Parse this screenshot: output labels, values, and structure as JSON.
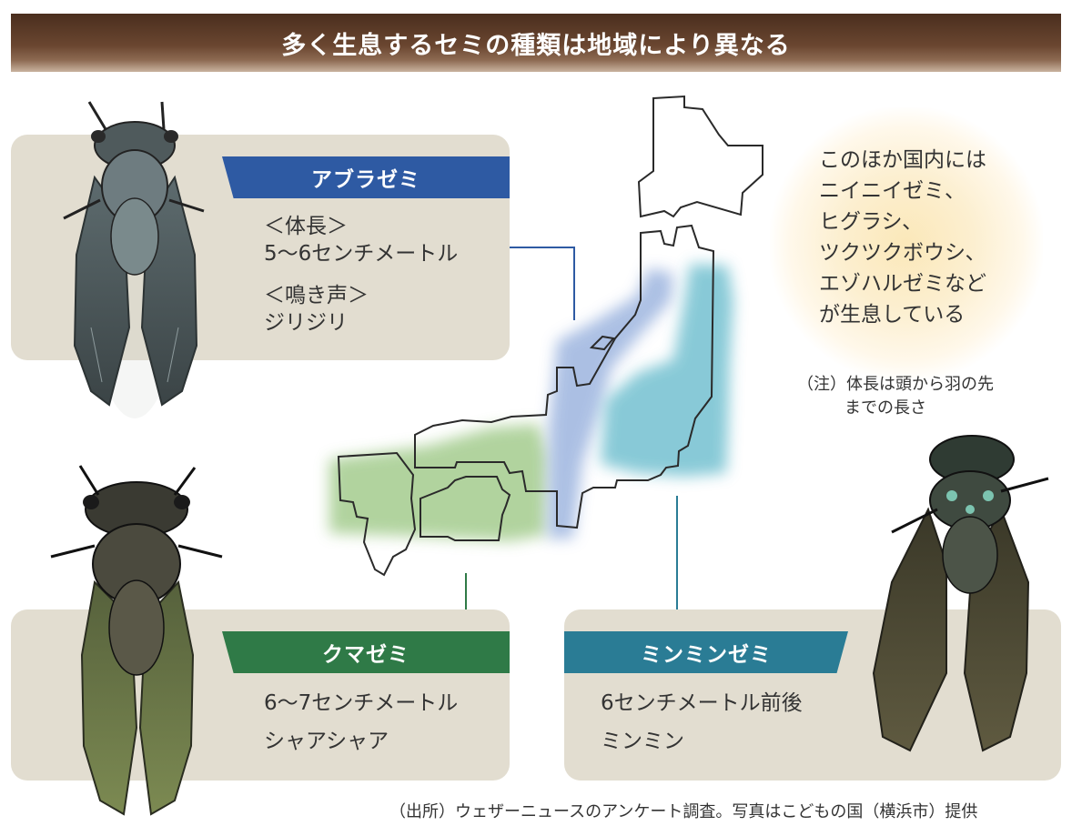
{
  "title": "多く生息するセミの種類は地域により異なる",
  "species": {
    "abura": {
      "name": "アブラゼミ",
      "length_label": "＜体長＞",
      "length": "5～6センチメートル",
      "call_label": "＜鳴き声＞",
      "call": "ジリジリ"
    },
    "kuma": {
      "name": "クマゼミ",
      "length": "6～7センチメートル",
      "call": "シャアシャア"
    },
    "minmin": {
      "name": "ミンミンゼミ",
      "length": "6センチメートル前後",
      "call": "ミンミン"
    }
  },
  "info": {
    "lines": [
      "このほか国内には",
      "ニイニイゼミ、",
      "ヒグラシ、",
      "ツクツクボウシ、",
      "エゾハルゼミなど",
      "が生息している"
    ]
  },
  "note": {
    "line1": "（注）体長は頭から羽の先",
    "line2": "までの長さ"
  },
  "source": "（出所）ウェザーニュースのアンケート調査。写真はこどもの国（横浜市）提供",
  "colors": {
    "abura": "#2e5aa3",
    "kuma": "#2f7a47",
    "minmin": "#2a7c95",
    "panel": "#e2ddd0",
    "region_green": "#a9cf94",
    "region_blue": "#a3b9e1",
    "region_teal": "#7cc4d3"
  }
}
